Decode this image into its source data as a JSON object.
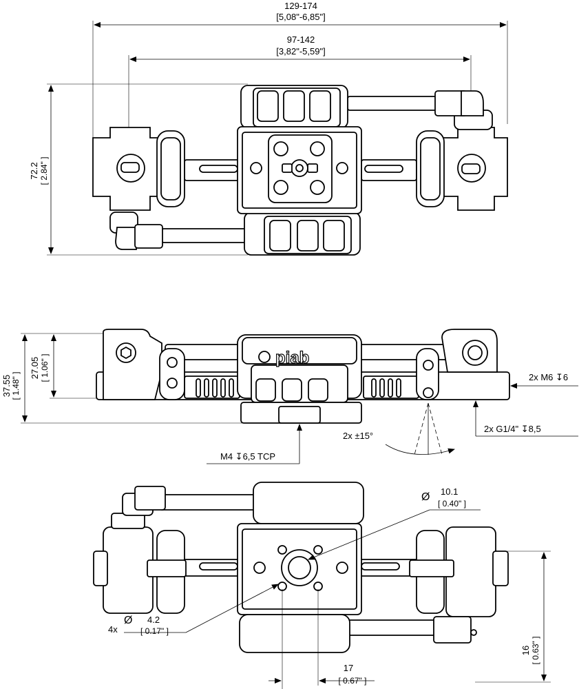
{
  "dimensions": {
    "overall_width_mm": "129-174",
    "overall_width_in": "[5,08\"-6,85\"]",
    "inner_width_mm": "97-142",
    "inner_width_in": "[3,82\"-5,59\"]",
    "height_top_mm": "72.2",
    "height_top_in": "[ 2.84\" ]",
    "side_height_mm": "37.55",
    "side_height_in": "[ 1.48\" ]",
    "side_inner_mm": "27.05",
    "side_inner_in": "[ 1.06\" ]",
    "m6_label": "2x M6 ↧6",
    "g14_label": "2x G1/4\" ↧8,5",
    "angle_label": "2x ±15°",
    "tcp_label": "M4 ↧6,5 TCP",
    "bore_symbol": "Ø",
    "bore_mm": "10.1",
    "bore_in": "[ 0.40\" ]",
    "holes_count": "4x",
    "holes_symbol": "Ø",
    "holes_mm": "4.2",
    "holes_in": "[ 0.17\" ]",
    "pitch_mm": "17",
    "pitch_in": "[ 0.67\" ]",
    "offset_mm": "16",
    "offset_in": "[ 0.63\" ]"
  },
  "brand": "piab"
}
